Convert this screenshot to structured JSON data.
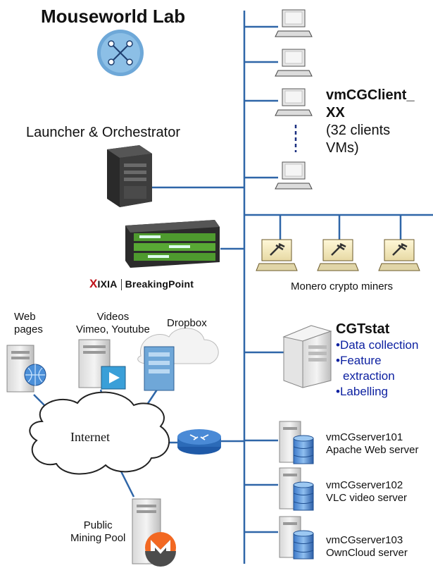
{
  "title": "Mouseworld Lab",
  "launcher_label": "Launcher & Orchestrator",
  "clients": {
    "name_line1": "vmCGClient_",
    "name_line2": "XX",
    "desc_line1": "(32 clients",
    "desc_line2": "VMs)"
  },
  "ixia": {
    "x": "X",
    "brand": "IXIA",
    "product": "BreakingPoint"
  },
  "miners_label": "Monero crypto miners",
  "cgtstat": {
    "title": "CGTstat",
    "items": [
      "Data collection",
      "Feature",
      "extraction",
      "Labelling"
    ]
  },
  "web_pages": {
    "line1": "Web",
    "line2": "pages"
  },
  "videos": {
    "line1": "Videos",
    "line2": "Vimeo, Youtube"
  },
  "dropbox": "Dropbox",
  "internet": "Internet",
  "servers": [
    {
      "line1": "vmCGserver101",
      "line2": "Apache Web server"
    },
    {
      "line1": "vmCGserver102",
      "line2": "VLC video server"
    },
    {
      "line1": "vmCGserver103",
      "line2": "OwnCloud server"
    }
  ],
  "mining_pool": {
    "line1": "Public",
    "line2": "Mining Pool"
  },
  "colors": {
    "network_line": "#2f66a8",
    "cloud_stroke": "#222222",
    "router": "#2c6bb8",
    "monero": "#f26822"
  }
}
